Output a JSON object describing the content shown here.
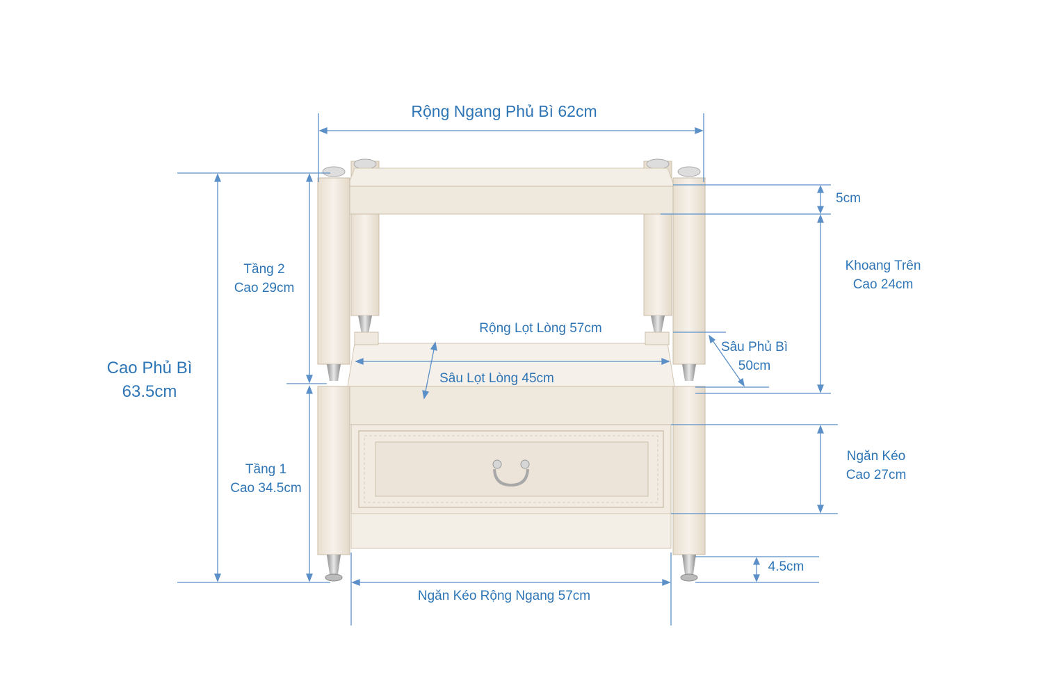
{
  "colors": {
    "dimension_blue": "#2e75b6",
    "wood_light": "#f4efe7",
    "wood_mid": "#e7ddcf",
    "wood_edge": "#c9bba6",
    "metal": "#b9b9b9"
  },
  "labels": {
    "overall_width": "Rộng Ngang Phủ Bì 62cm",
    "top_rail": "5cm",
    "upper_space_title": "Khoang Trên",
    "upper_space_height": "Cao 24cm",
    "tier2_title": "Tầng 2",
    "tier2_height": "Cao 29cm",
    "overall_height_title": "Cao Phủ Bì",
    "overall_height_value": "63.5cm",
    "inner_width": "Rộng Lọt Lòng 57cm",
    "outer_depth_title": "Sâu Phủ Bì",
    "outer_depth_value": "50cm",
    "inner_depth": "Sâu Lọt Lòng 45cm",
    "drawer_title": "Ngăn Kéo",
    "drawer_height": "Cao 27cm",
    "tier1_title": "Tầng 1",
    "tier1_height": "Cao 34.5cm",
    "foot_height": "4.5cm",
    "drawer_width": "Ngăn Kéo Rộng Ngang 57cm"
  }
}
